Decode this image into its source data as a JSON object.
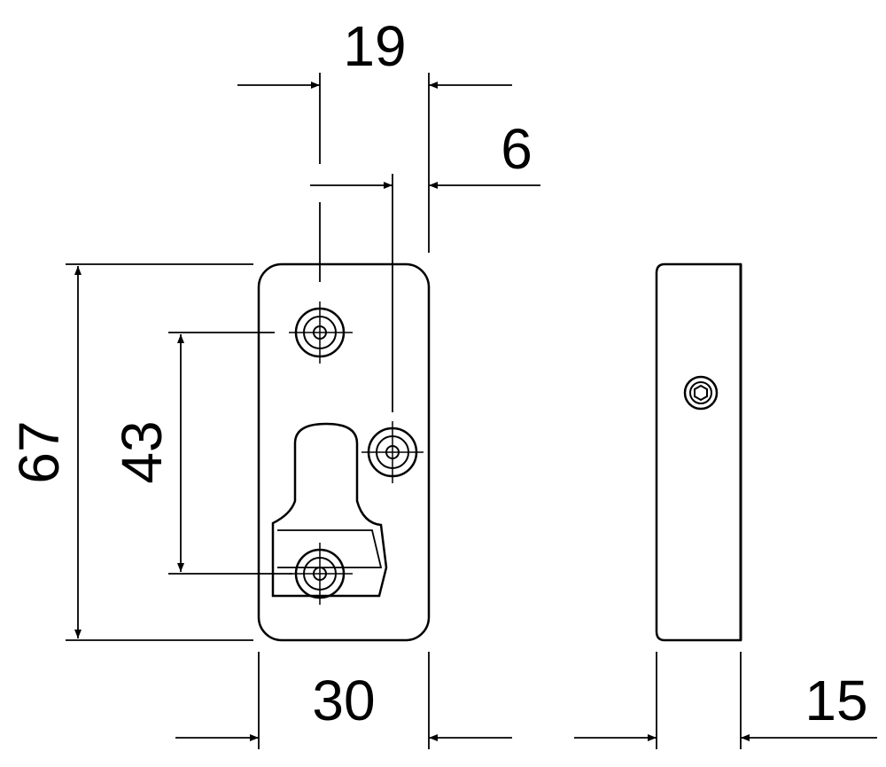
{
  "dimensions": {
    "top_width": "19",
    "hole_offset": "6",
    "overall_height": "67",
    "hole_spacing": "43",
    "plate_width": "30",
    "side_thickness": "15"
  },
  "colors": {
    "line": "#000000",
    "background": "#ffffff"
  }
}
